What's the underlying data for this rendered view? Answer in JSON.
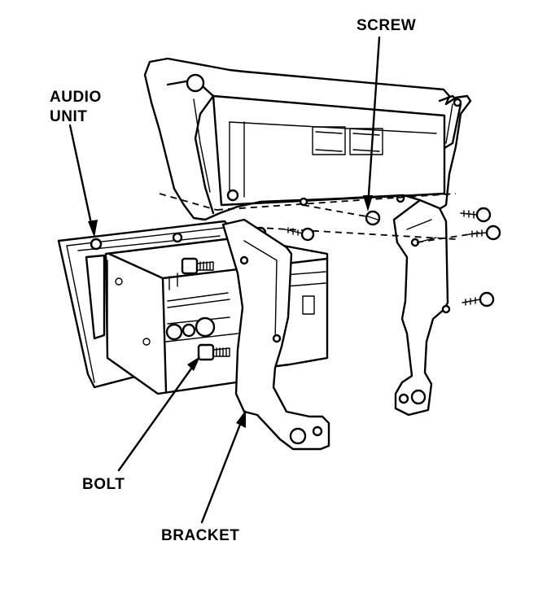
{
  "labels": {
    "screw": "SCREW",
    "audio_unit_line1": "AUDIO",
    "audio_unit_line2": "UNIT",
    "bolt": "BOLT",
    "bracket": "BRACKET"
  },
  "colors": {
    "ink": "#000000",
    "paper": "#ffffff"
  }
}
